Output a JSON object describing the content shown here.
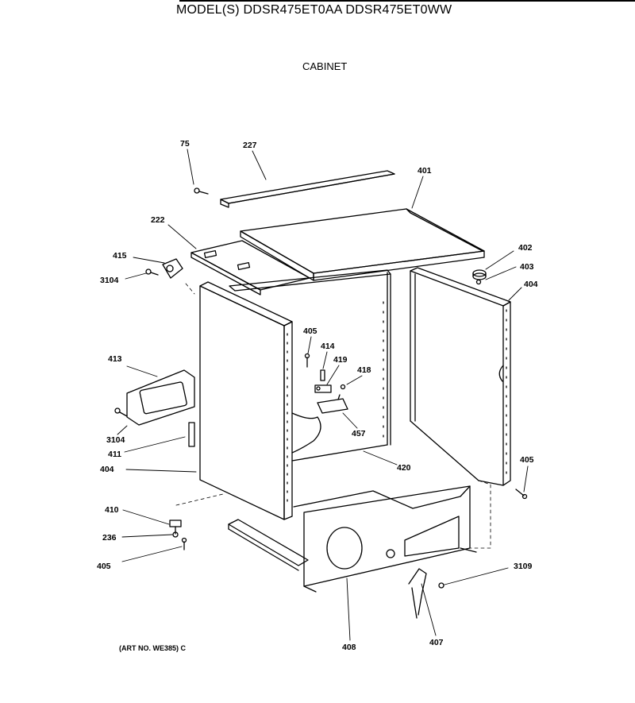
{
  "header": {
    "model_title": "MODEL(S) DDSR475ET0AA  DDSR475ET0WW",
    "section_title": "CABINET"
  },
  "footer": {
    "art_number": "(ART NO. WE385) C"
  },
  "parts": [
    {
      "id": "75",
      "label": "75"
    },
    {
      "id": "227",
      "label": "227"
    },
    {
      "id": "401",
      "label": "401"
    },
    {
      "id": "222",
      "label": "222"
    },
    {
      "id": "415",
      "label": "415"
    },
    {
      "id": "3104a",
      "label": "3104"
    },
    {
      "id": "402",
      "label": "402"
    },
    {
      "id": "403",
      "label": "403"
    },
    {
      "id": "404r",
      "label": "404"
    },
    {
      "id": "405a",
      "label": "405"
    },
    {
      "id": "414",
      "label": "414"
    },
    {
      "id": "419",
      "label": "419"
    },
    {
      "id": "418",
      "label": "418"
    },
    {
      "id": "413",
      "label": "413"
    },
    {
      "id": "457",
      "label": "457"
    },
    {
      "id": "3104b",
      "label": "3104"
    },
    {
      "id": "411",
      "label": "411"
    },
    {
      "id": "420",
      "label": "420"
    },
    {
      "id": "404l",
      "label": "404"
    },
    {
      "id": "405b",
      "label": "405"
    },
    {
      "id": "410",
      "label": "410"
    },
    {
      "id": "236",
      "label": "236"
    },
    {
      "id": "405c",
      "label": "405"
    },
    {
      "id": "3109",
      "label": "3109"
    },
    {
      "id": "408",
      "label": "408"
    },
    {
      "id": "407",
      "label": "407"
    }
  ]
}
